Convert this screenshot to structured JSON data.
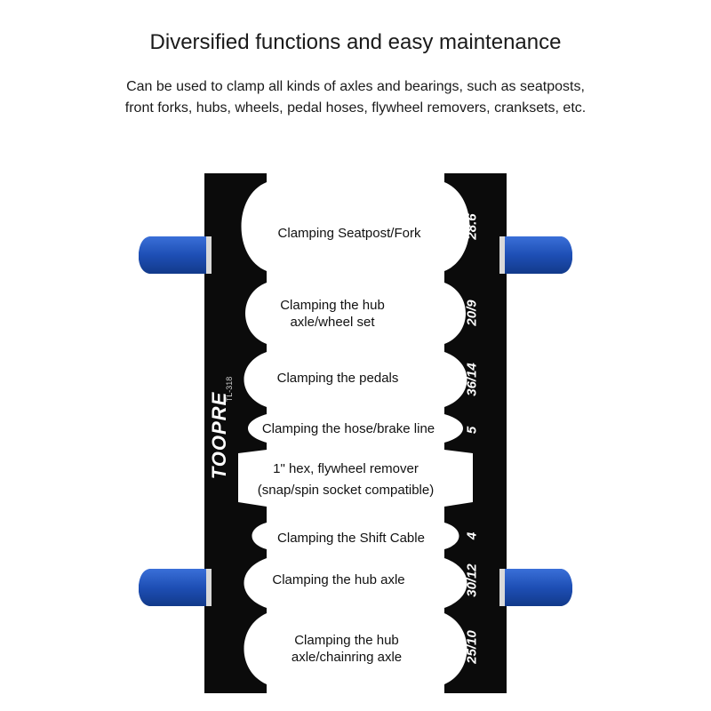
{
  "header": {
    "title": "Diversified functions and easy maintenance",
    "subtitle_line1": "Can be used to clamp all kinds of axles and bearings, such as seatposts,",
    "subtitle_line2": "front forks, hubs, wheels, pedal hoses, flywheel removers, cranksets, etc."
  },
  "tool": {
    "brand": "TOOPRE",
    "model": "TL-318",
    "bar_color": "#0b0b0b",
    "cap_color": "#1e4fb5",
    "labels": [
      {
        "lines": [
          "Clamping Seatpost/Fork"
        ]
      },
      {
        "lines": [
          "Clamping the hub",
          "axle/wheel set"
        ]
      },
      {
        "lines": [
          "Clamping the pedals"
        ]
      },
      {
        "lines": [
          "Clamping the hose/brake line"
        ]
      },
      {
        "lines": [
          "1\" hex, flywheel remover",
          "(snap/spin socket compatible)"
        ]
      },
      {
        "lines": [
          "Clamping the Shift Cable"
        ]
      },
      {
        "lines": [
          "Clamping the hub axle"
        ]
      },
      {
        "lines": [
          "Clamping the hub",
          "axle/chainring axle"
        ]
      }
    ],
    "sizes": [
      "28.6",
      "20/9",
      "36/14",
      "5",
      "4",
      "30/12",
      "25/10"
    ]
  }
}
